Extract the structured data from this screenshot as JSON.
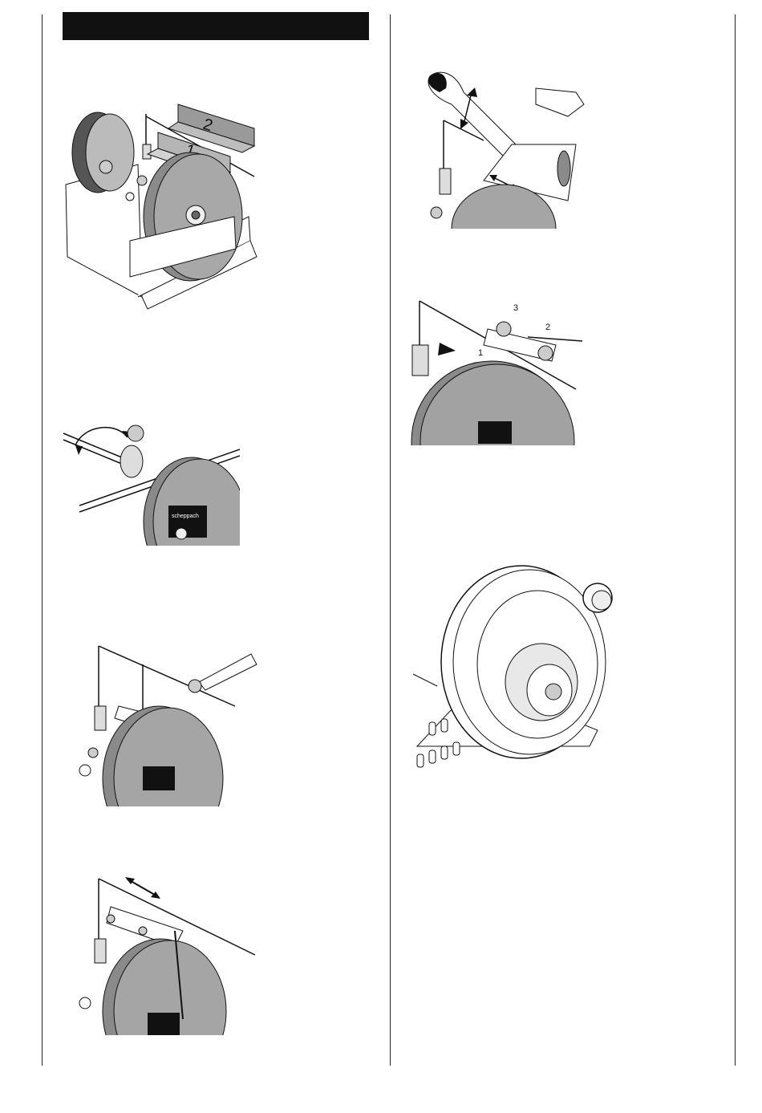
{
  "page": {
    "header_bar": ""
  },
  "figures": {
    "fig1": {
      "plate_labels": [
        "1",
        "2"
      ]
    },
    "fig6": {
      "callouts": [
        "3",
        "2",
        "1"
      ]
    }
  },
  "brand": {
    "wheel_label": "scheppach"
  },
  "colors": {
    "ink": "#111111",
    "wheel_grey": "#8a8a8a",
    "light_grey": "#c9c9c9",
    "plate_grey": "#9a9a9a"
  }
}
